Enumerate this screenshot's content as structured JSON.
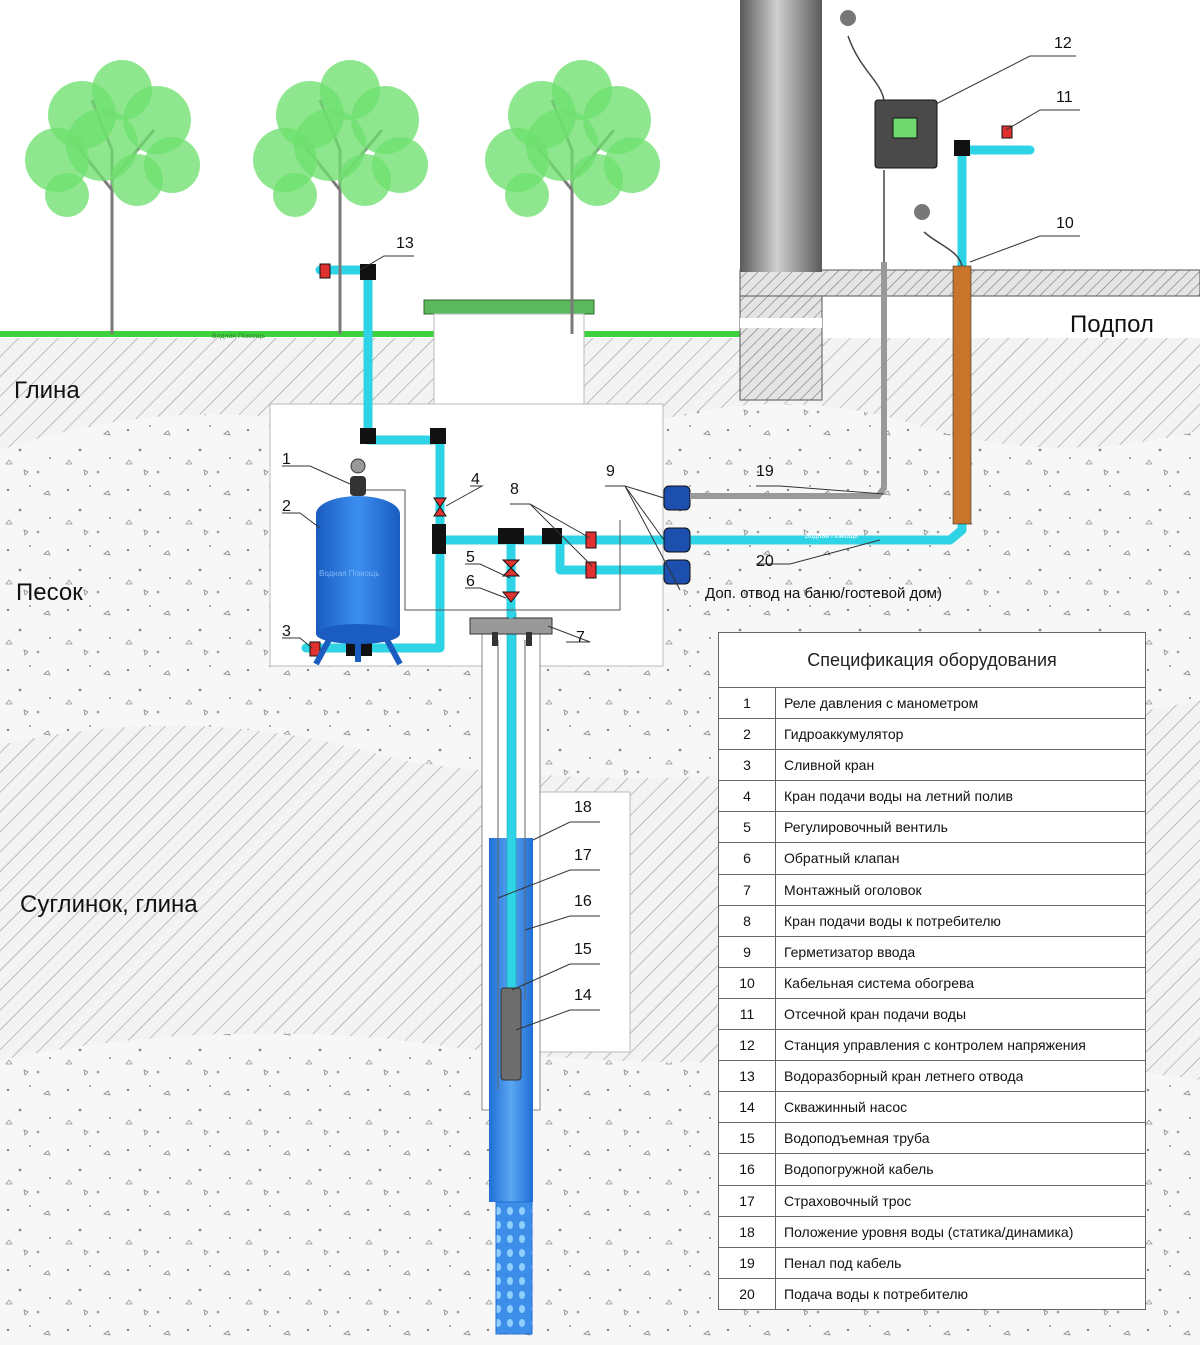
{
  "soil_labels": {
    "clay": "Глина",
    "sand": "Песок",
    "loam": "Суглинок, глина",
    "basement": "Подпол"
  },
  "watermark": "Водная Помощь",
  "callouts": [
    "1",
    "2",
    "3",
    "4",
    "5",
    "6",
    "7",
    "8",
    "9",
    "10",
    "11",
    "12",
    "13",
    "14",
    "15",
    "16",
    "17",
    "18",
    "19",
    "20"
  ],
  "extra_outlet_label": "Доп. отвод  на  баню/гостевой дом)",
  "spec": {
    "title": "Спецификация оборудования",
    "rows": [
      {
        "n": "1",
        "text": "Реле давления с манометром"
      },
      {
        "n": "2",
        "text": "Гидроаккумулятор"
      },
      {
        "n": "3",
        "text": "Сливной кран"
      },
      {
        "n": "4",
        "text": "Кран подачи воды на летний полив"
      },
      {
        "n": "5",
        "text": "Регулировочный вентиль"
      },
      {
        "n": "6",
        "text": "Обратный клапан"
      },
      {
        "n": "7",
        "text": "Монтажный оголовок"
      },
      {
        "n": "8",
        "text": "Кран подачи воды к потребителю"
      },
      {
        "n": "9",
        "text": "Герметизатор ввода"
      },
      {
        "n": "10",
        "text": "Кабельная система обогрева"
      },
      {
        "n": "11",
        "text": "Отсечной кран подачи воды"
      },
      {
        "n": "12",
        "text": "Станция управления с контролем напряжения"
      },
      {
        "n": "13",
        "text": "Водоразборный кран летнего отвода"
      },
      {
        "n": "14",
        "text": "Скважинный  насос"
      },
      {
        "n": "15",
        "text": "Водоподъемная труба"
      },
      {
        "n": "16",
        "text": "Водопогружной кабель"
      },
      {
        "n": "17",
        "text": "Страховочный трос"
      },
      {
        "n": "18",
        "text": "Положение уровня воды  (статика/динамика)"
      },
      {
        "n": "19",
        "text": "Пенал под кабель"
      },
      {
        "n": "20",
        "text": "Подача воды к потребителю"
      }
    ]
  },
  "colors": {
    "pipe": "#2fd3e6",
    "tank": "#2b7fe0",
    "grass": "#3dd13d",
    "tree": "#6ee06e",
    "water": "#3d8ee8",
    "heating_cable": "#c8742a"
  }
}
